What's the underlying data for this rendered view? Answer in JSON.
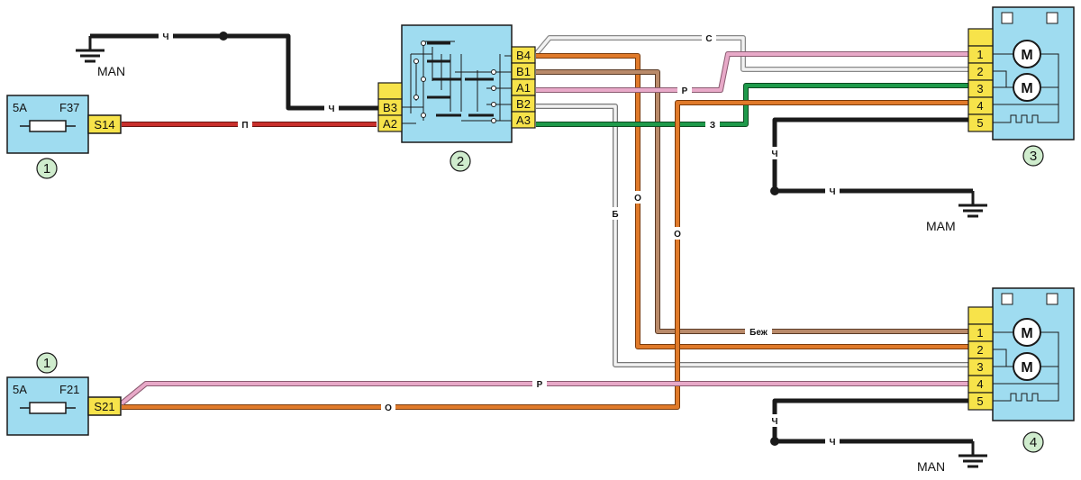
{
  "colors": {
    "box": "#9fdcf0",
    "pin": "#f7e34a",
    "num_circle": "#cfeccd",
    "black": "#1a1a1a",
    "red": "#c9302c",
    "orange": "#e07a2a",
    "pink": "#e8a9c8",
    "green": "#1e9a4a",
    "white_wire": "#f2f2f2",
    "gray": "#9a9a9a",
    "beige": "#b98a6a"
  },
  "fuse_top": {
    "rating": "5A",
    "name": "F37",
    "pin": "S14",
    "number": "1"
  },
  "fuse_bottom": {
    "rating": "5A",
    "name": "F21",
    "pin": "S21",
    "number": "1"
  },
  "switch": {
    "number": "2",
    "left_pins": [
      "B3",
      "A2"
    ],
    "right_pins": [
      "B4",
      "B1",
      "A1",
      "B2",
      "A3"
    ]
  },
  "mirror_top": {
    "number": "3",
    "pins": [
      "1",
      "2",
      "3",
      "4",
      "5"
    ],
    "motor_label": "M"
  },
  "mirror_bottom": {
    "number": "4",
    "pins": [
      "1",
      "2",
      "3",
      "4",
      "5"
    ],
    "motor_label": "M"
  },
  "grounds": {
    "top_left": "MAN",
    "mid_right": "MAM",
    "bottom_right": "MAN"
  },
  "wire_labels": {
    "ch": "Ч",
    "p": "П",
    "s": "С",
    "r": "Р",
    "z": "З",
    "o": "О",
    "b": "Б",
    "bezh": "Беж"
  }
}
